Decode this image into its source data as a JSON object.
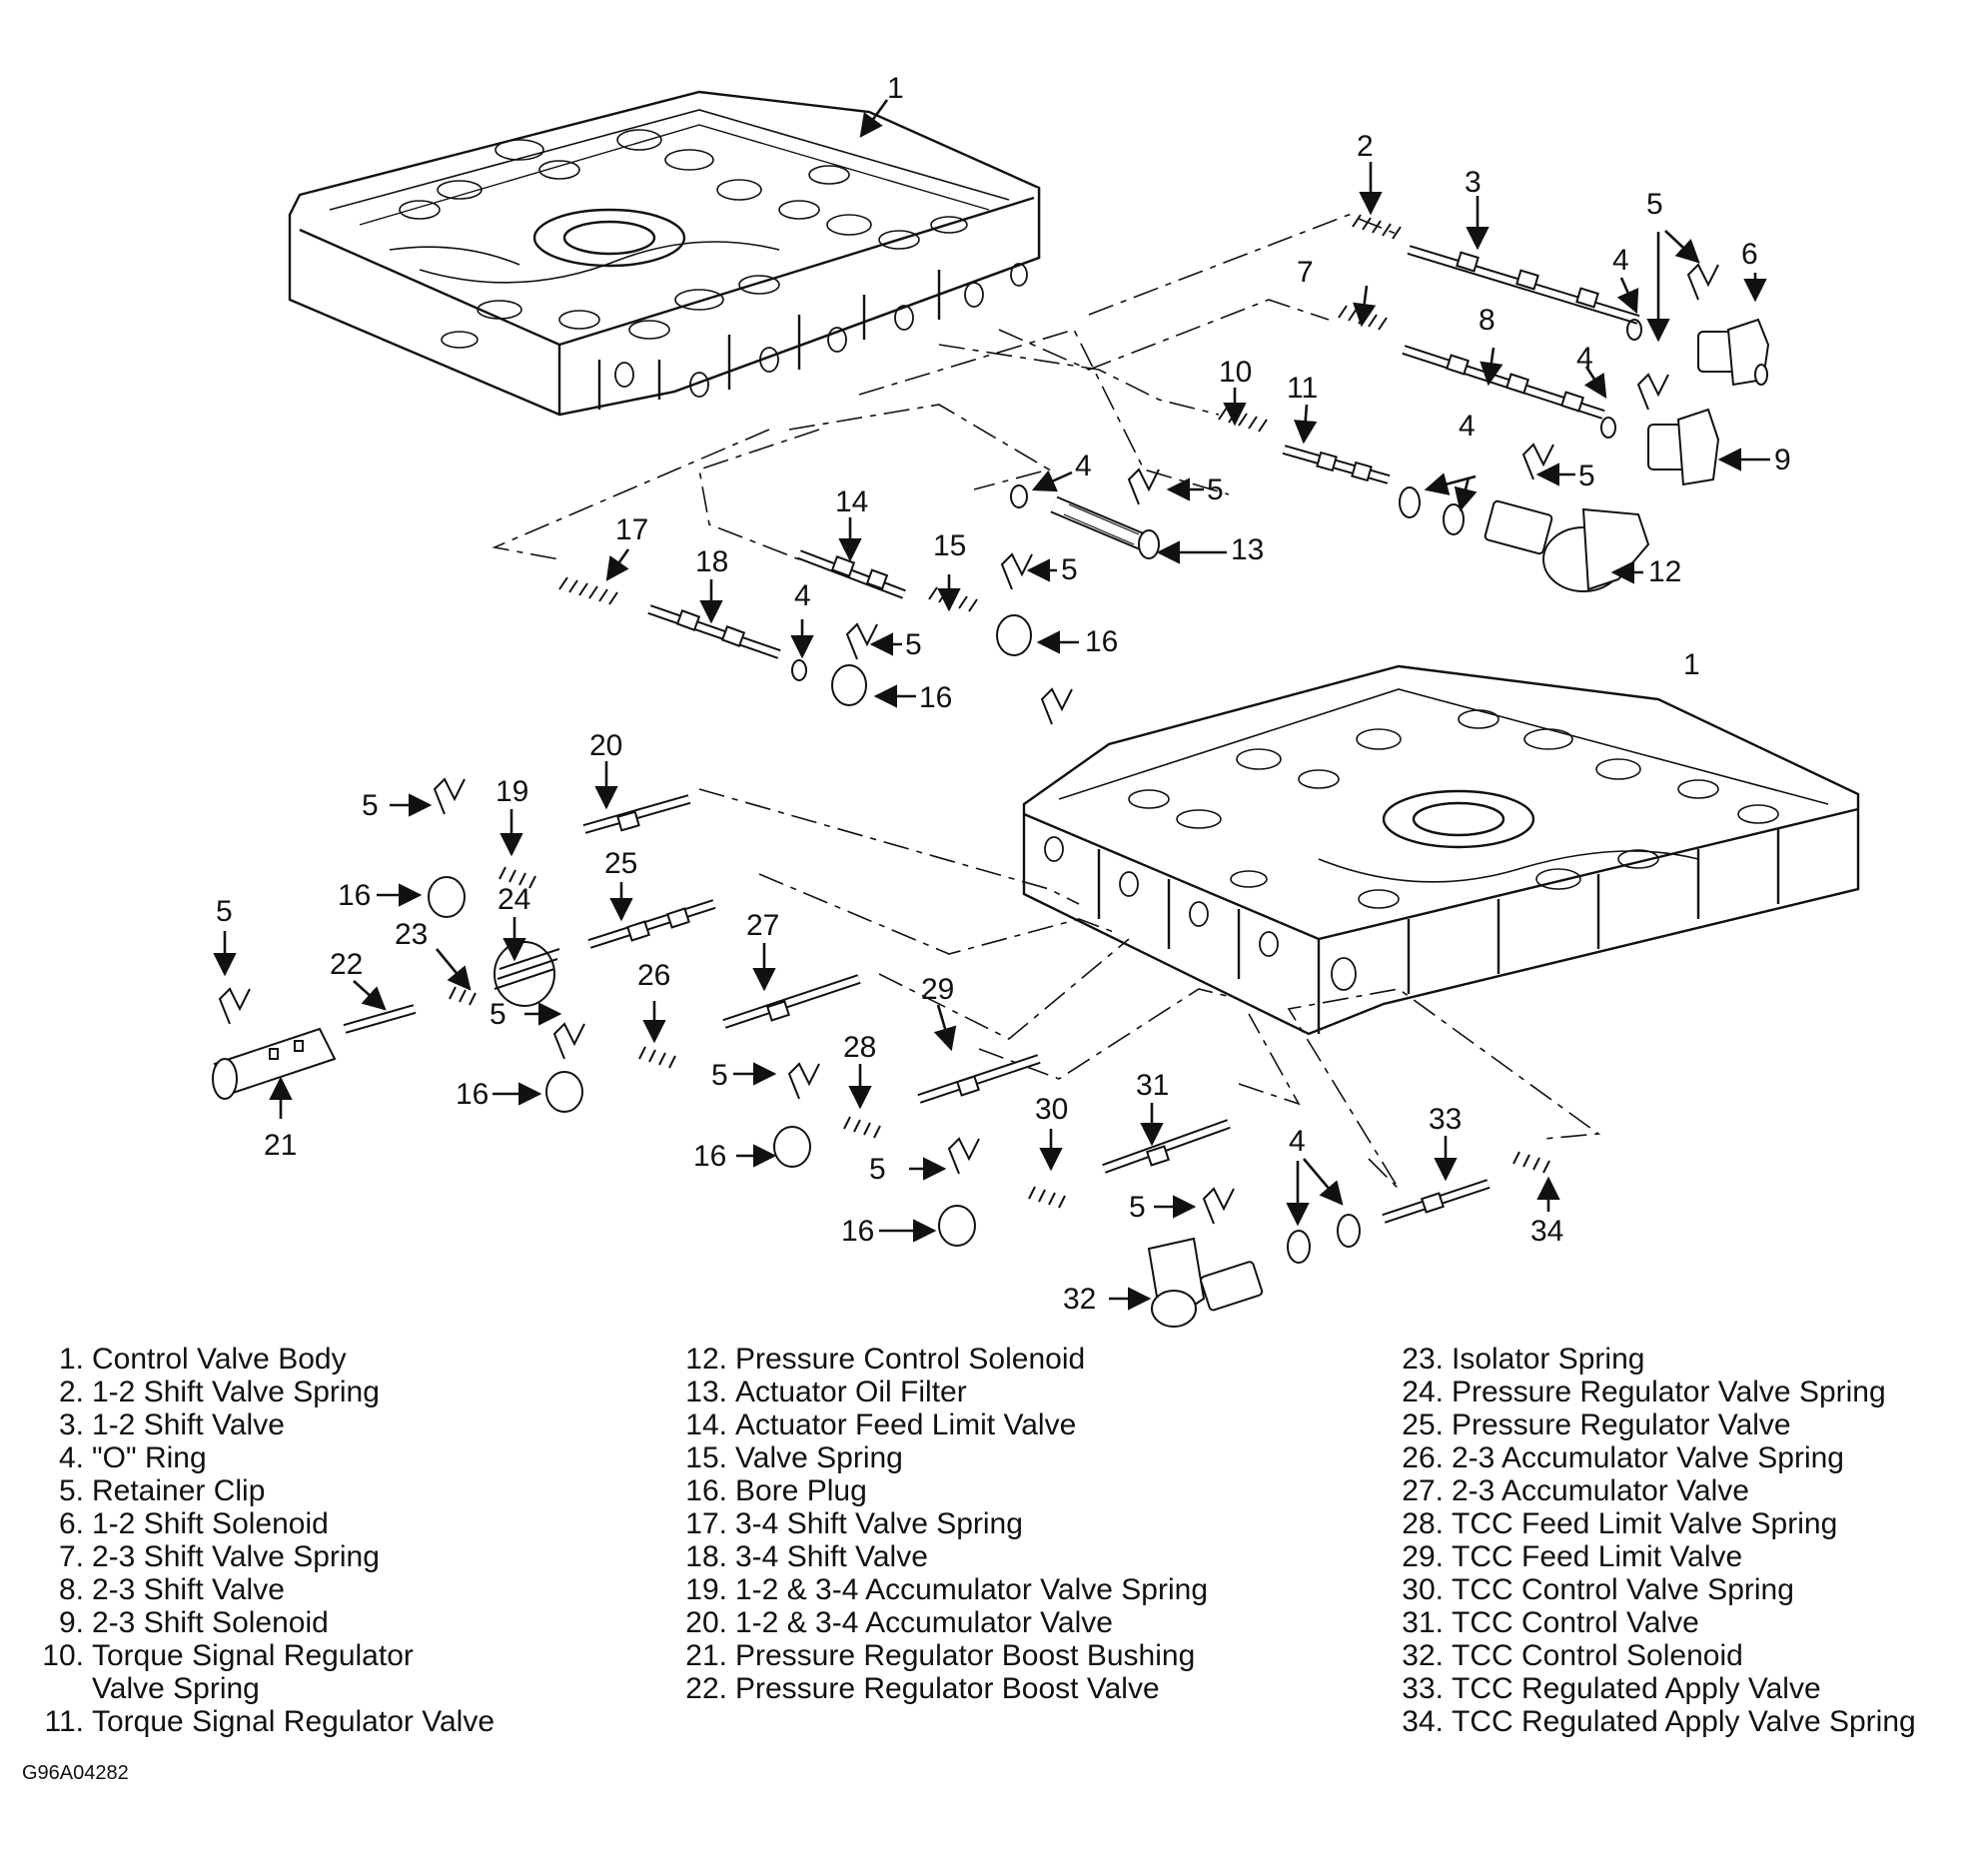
{
  "callouts": [
    "1",
    "2",
    "3",
    "4",
    "5",
    "6",
    "7",
    "8",
    "9",
    "10",
    "11",
    "12",
    "13",
    "14",
    "15",
    "16",
    "17",
    "18",
    "19",
    "20",
    "21",
    "22",
    "23",
    "24",
    "25",
    "26",
    "27",
    "28",
    "29",
    "30",
    "31",
    "32",
    "33",
    "34"
  ],
  "legend": {
    "col1": [
      {
        "num": "1.",
        "text": "Control Valve Body"
      },
      {
        "num": "2.",
        "text": "1-2 Shift Valve Spring"
      },
      {
        "num": "3.",
        "text": "1-2 Shift Valve"
      },
      {
        "num": "4.",
        "text": "\"O\" Ring"
      },
      {
        "num": "5.",
        "text": "Retainer Clip"
      },
      {
        "num": "6.",
        "text": "1-2 Shift Solenoid"
      },
      {
        "num": "7.",
        "text": "2-3 Shift Valve Spring"
      },
      {
        "num": "8.",
        "text": "2-3 Shift Valve"
      },
      {
        "num": "9.",
        "text": "2-3 Shift Solenoid"
      },
      {
        "num": "10.",
        "text": "Torque Signal Regulator"
      },
      {
        "num": "",
        "text": "Valve Spring"
      },
      {
        "num": "11.",
        "text": "Torque Signal Regulator Valve"
      }
    ],
    "col2": [
      {
        "num": "12.",
        "text": "Pressure Control Solenoid"
      },
      {
        "num": "13.",
        "text": "Actuator Oil Filter"
      },
      {
        "num": "14.",
        "text": "Actuator Feed Limit Valve"
      },
      {
        "num": "15.",
        "text": "Valve Spring"
      },
      {
        "num": "16.",
        "text": "Bore Plug"
      },
      {
        "num": "17.",
        "text": "3-4 Shift Valve Spring"
      },
      {
        "num": "18.",
        "text": "3-4 Shift Valve"
      },
      {
        "num": "19.",
        "text": "1-2 & 3-4 Accumulator Valve Spring"
      },
      {
        "num": "20.",
        "text": "1-2 & 3-4 Accumulator Valve"
      },
      {
        "num": "21.",
        "text": "Pressure Regulator Boost Bushing"
      },
      {
        "num": "22.",
        "text": "Pressure Regulator Boost Valve"
      }
    ],
    "col3": [
      {
        "num": "23.",
        "text": "Isolator Spring"
      },
      {
        "num": "24.",
        "text": "Pressure Regulator Valve Spring"
      },
      {
        "num": "25.",
        "text": "Pressure Regulator Valve"
      },
      {
        "num": "26.",
        "text": "2-3 Accumulator Valve Spring"
      },
      {
        "num": "27.",
        "text": "2-3 Accumulator Valve"
      },
      {
        "num": "28.",
        "text": "TCC Feed Limit Valve Spring"
      },
      {
        "num": "29.",
        "text": "TCC Feed Limit Valve"
      },
      {
        "num": "30.",
        "text": "TCC Control Valve Spring"
      },
      {
        "num": "31.",
        "text": "TCC Control Valve"
      },
      {
        "num": "32.",
        "text": "TCC Control Solenoid"
      },
      {
        "num": "33.",
        "text": "TCC Regulated Apply Valve"
      },
      {
        "num": "34.",
        "text": "TCC Regulated Apply Valve Spring"
      }
    ]
  },
  "figure_id": "G96A04282"
}
